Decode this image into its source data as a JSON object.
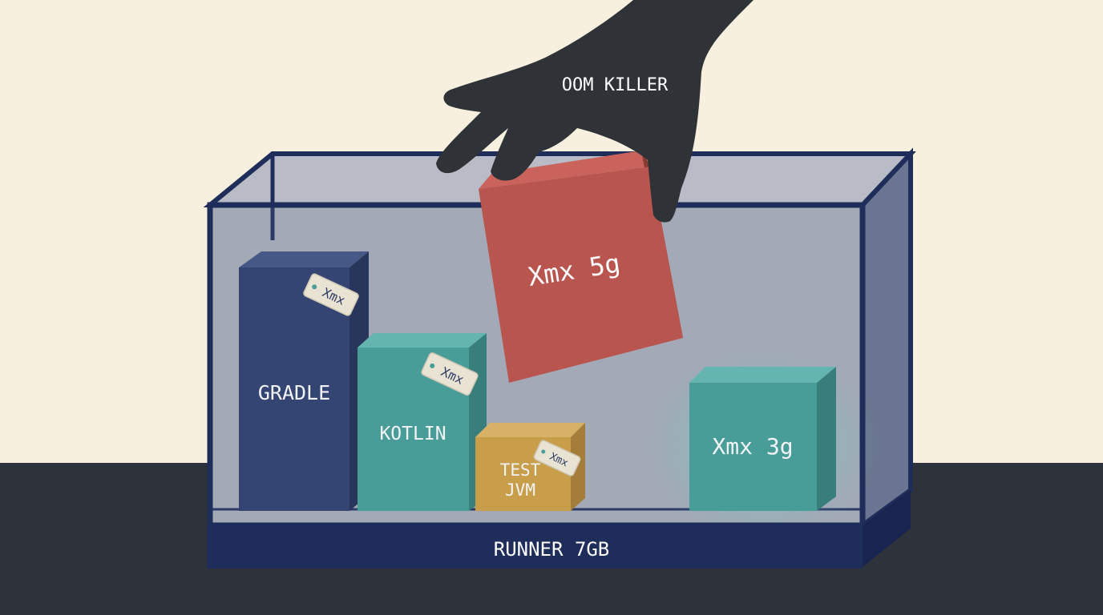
{
  "hand": {
    "label": "OOM KILLER"
  },
  "container": {
    "label": "RUNNER 7GB"
  },
  "blocks": {
    "gradle": {
      "label": "GRADLE",
      "tag": "Xmx"
    },
    "kotlin": {
      "label": "KOTLIN",
      "tag": "Xmx"
    },
    "test_jvm": {
      "label_line1": "TEST",
      "label_line2": "JVM",
      "tag": "Xmx"
    },
    "lifted": {
      "label": "Xmx 5g"
    },
    "survivor": {
      "label": "Xmx 3g"
    }
  },
  "colors": {
    "background": "#f7f0df",
    "floor": "#2e323a",
    "container_frame": "#1f2d5a",
    "gradle_block": "#2a3a6a",
    "teal_block": "#3f9e96",
    "gold_block": "#d19f3d",
    "red_block": "#b8554f",
    "hand": "#2f3338",
    "tag": "#f5edd8"
  }
}
